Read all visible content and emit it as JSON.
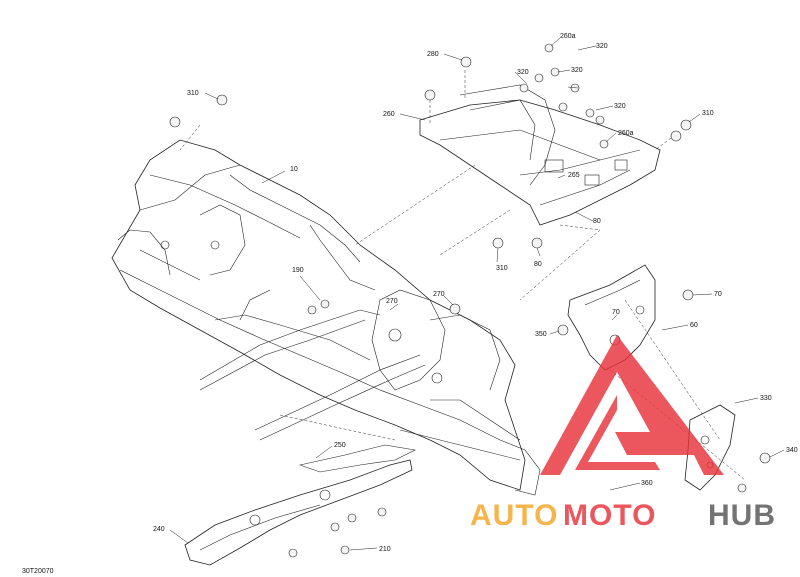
{
  "callouts": [
    {
      "id": "c280",
      "label": "280"
    },
    {
      "id": "c260a_1",
      "label": "260a"
    },
    {
      "id": "c320_1",
      "label": "320"
    },
    {
      "id": "c320_2",
      "label": "320"
    },
    {
      "id": "c320_3",
      "label": "320"
    },
    {
      "id": "c320_4",
      "label": "320"
    },
    {
      "id": "c310_tl",
      "label": "310"
    },
    {
      "id": "c310_tr",
      "label": "310"
    },
    {
      "id": "c260",
      "label": "260"
    },
    {
      "id": "c260a_2",
      "label": "260a"
    },
    {
      "id": "c265",
      "label": "265"
    },
    {
      "id": "c10",
      "label": "10"
    },
    {
      "id": "c80_1",
      "label": "80"
    },
    {
      "id": "c80_2",
      "label": "80"
    },
    {
      "id": "c310_m",
      "label": "310"
    },
    {
      "id": "c190",
      "label": "190"
    },
    {
      "id": "c270_1",
      "label": "270"
    },
    {
      "id": "c270_2",
      "label": "270"
    },
    {
      "id": "c70_1",
      "label": "70"
    },
    {
      "id": "c70_2",
      "label": "70"
    },
    {
      "id": "c350",
      "label": "350"
    },
    {
      "id": "c60",
      "label": "60"
    },
    {
      "id": "c330",
      "label": "330"
    },
    {
      "id": "c340",
      "label": "340"
    },
    {
      "id": "c250",
      "label": "250"
    },
    {
      "id": "c360",
      "label": "360"
    },
    {
      "id": "c240",
      "label": "240"
    },
    {
      "id": "c210",
      "label": "210"
    }
  ],
  "figure_code": "30T20070",
  "watermark": {
    "text_auto": "AUTO",
    "text_moto": "MOTO",
    "text_hub": "HUB",
    "color_orange": "#f5a623",
    "color_red": "#e8313a",
    "color_gray": "#555555"
  }
}
